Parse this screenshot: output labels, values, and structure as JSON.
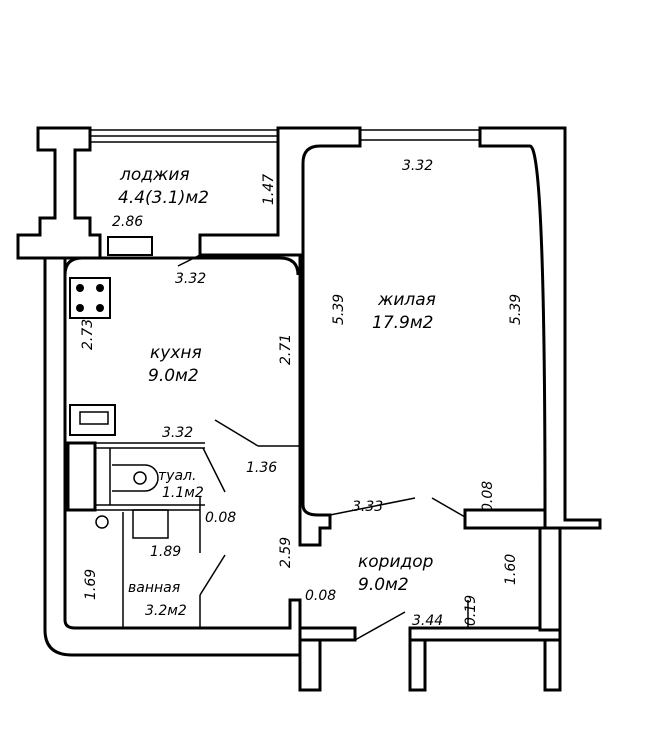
{
  "rooms": {
    "loggia": {
      "name": "лоджия",
      "area": "4.4(3.1)м2"
    },
    "living": {
      "name": "жилая",
      "area": "17.9м2"
    },
    "kitchen": {
      "name": "кухня",
      "area": "9.0м2"
    },
    "toilet": {
      "name": "туал.",
      "area": "1.1м2"
    },
    "bath": {
      "name": "ванная",
      "area": "3.2м2"
    },
    "corridor": {
      "name": "коридор",
      "area": "9.0м2"
    }
  },
  "dimensions": {
    "loggia_h": "1.47",
    "loggia_w": "2.86",
    "loggia_bottom": "3.32",
    "living_top": "3.32",
    "living_left": "5.39",
    "living_right": "5.39",
    "living_bottom": "3.33",
    "living_wall": "0.08",
    "kitchen_left": "2.73",
    "kitchen_right": "2.71",
    "kitchen_bottom": "3.32",
    "toilet_h": "1.36",
    "toilet_wall": "0.08",
    "bath_w": "1.89",
    "bath_h": "1.69",
    "corridor_left": "2.59",
    "corridor_wall": "0.08",
    "corridor_right": "1.60",
    "corridor_bottom": "3.44",
    "corridor_niche": "0.19"
  }
}
